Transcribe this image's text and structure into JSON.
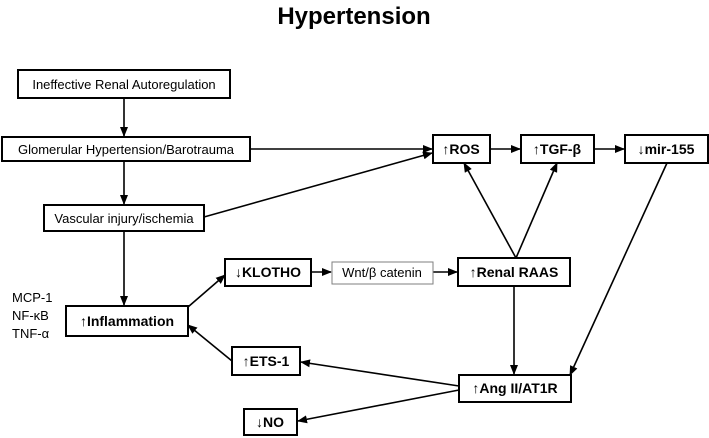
{
  "title": "Hypertension",
  "nodes": {
    "ineffective": "Ineffective Renal Autoregulation",
    "glomerular": "Glomerular Hypertension/Barotrauma",
    "vascular": "Vascular injury/ischemia",
    "ros": "↑ROS",
    "tgfb": "↑TGF-β",
    "mir155": "↓mir-155",
    "klotho": "↓KLOTHO",
    "wnt": "Wnt/β catenin",
    "raas": "↑Renal RAAS",
    "inflammation": "↑Inflammation",
    "ets1": "↑ETS-1",
    "ang": "↑Ang II/AT1R",
    "no": "↓NO"
  },
  "side_labels": [
    "MCP-1",
    "NF-κB",
    "TNF-α"
  ]
}
